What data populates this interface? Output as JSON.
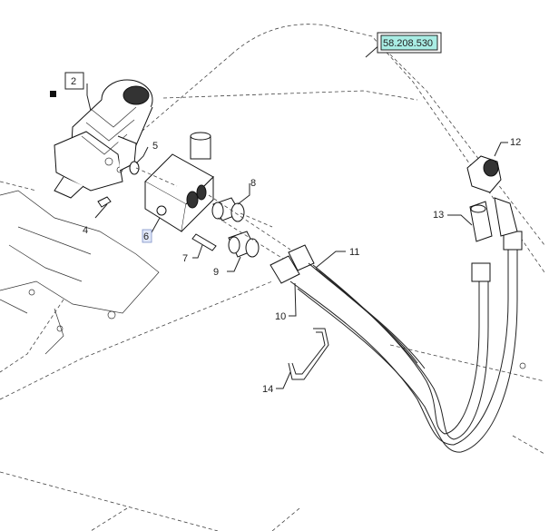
{
  "diagram": {
    "reference_code": "58.208.530",
    "callouts": [
      {
        "id": "c2",
        "label": "2"
      },
      {
        "id": "c4",
        "label": "4"
      },
      {
        "id": "c5",
        "label": "5"
      },
      {
        "id": "c6",
        "label": "6"
      },
      {
        "id": "c7",
        "label": "7"
      },
      {
        "id": "c8",
        "label": "8"
      },
      {
        "id": "c9",
        "label": "9"
      },
      {
        "id": "c10",
        "label": "10"
      },
      {
        "id": "c11",
        "label": "11"
      },
      {
        "id": "c12",
        "label": "12"
      },
      {
        "id": "c13",
        "label": "13"
      },
      {
        "id": "c14",
        "label": "14"
      }
    ],
    "highlighted_callout": "6",
    "colors": {
      "reference_box": "#a9ede4",
      "line": "#222222",
      "highlight": "#dfe6f7"
    }
  }
}
